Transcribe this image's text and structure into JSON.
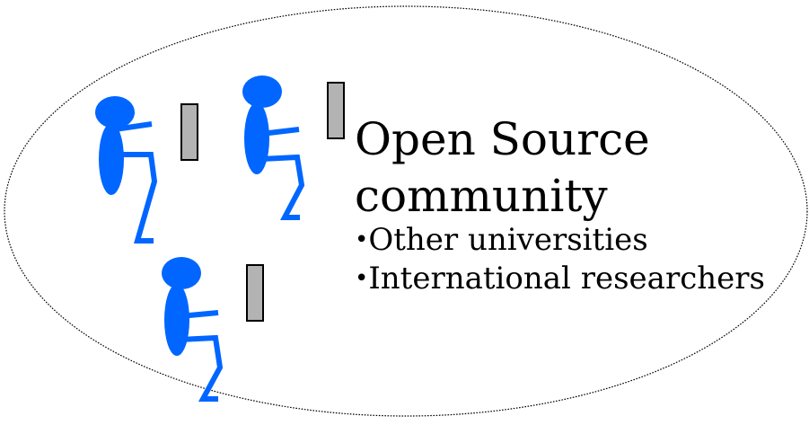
{
  "title": {
    "line1": "Open Source",
    "line2": "community"
  },
  "bullets": [
    {
      "symbol": "•",
      "text": "Other universities"
    },
    {
      "symbol": "•",
      "text": "International researchers"
    }
  ],
  "people": [
    {
      "name": "person",
      "icon": "seated-person-icon"
    },
    {
      "name": "person",
      "icon": "seated-person-icon"
    },
    {
      "name": "person",
      "icon": "seated-person-icon"
    }
  ],
  "computers": [
    {
      "icon": "computer-tower-icon"
    },
    {
      "icon": "computer-tower-icon"
    },
    {
      "icon": "computer-tower-icon"
    }
  ],
  "colors": {
    "person": "#0066ff",
    "computer_fill": "#b3b3b3",
    "computer_stroke": "#000000",
    "ellipse_stroke": "#000000",
    "text": "#000000"
  }
}
